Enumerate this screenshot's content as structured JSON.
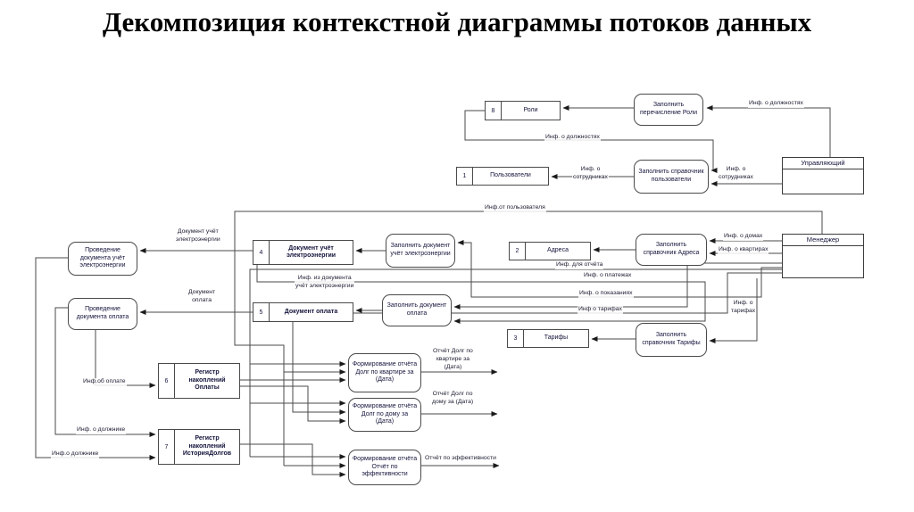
{
  "title": "Декомпозиция контекстной диаграммы потоков данных",
  "colors": {
    "line": "#4a4a4a",
    "text": "#1b1b30",
    "background": "#ffffff"
  },
  "external_entities": [
    {
      "label": "Управляющий"
    },
    {
      "label": "Менеджер"
    }
  ],
  "data_stores": [
    {
      "number": "8",
      "name": "Роли"
    },
    {
      "number": "1",
      "name": "Пользователи"
    },
    {
      "number": "2",
      "name": "Адреса"
    },
    {
      "number": "3",
      "name": "Тарифы"
    },
    {
      "number": "4",
      "name": "Документ учёт электроэнергии"
    },
    {
      "number": "5",
      "name": "Документ оплата"
    },
    {
      "number": "6",
      "name": "Регистр накоплений Оплаты"
    },
    {
      "number": "7",
      "name": "Регистр накоплений ИсторияДолгов"
    }
  ],
  "processes": [
    {
      "name": "Заполнить перечисление Роли"
    },
    {
      "name": "Заполнить справочник пользователи"
    },
    {
      "name": "Заполнить справочник Адреса"
    },
    {
      "name": "Заполнить документ учёт электроэнергии"
    },
    {
      "name": "Заполнить документ оплата"
    },
    {
      "name": "Заполнить справочник Тарифы"
    },
    {
      "name": "Проведение документа учёт электроэнергии"
    },
    {
      "name": "Проведение документа оплата"
    },
    {
      "name": "Формирование отчёта Долг по квартире за (Дата)"
    },
    {
      "name": "Формирование отчёта Долг по дому за (Дата)"
    },
    {
      "name": "Формирование отчёта Отчёт по эффективности"
    }
  ],
  "flow_labels": [
    {
      "text": "Инф. о должностях"
    },
    {
      "text": "Инф. о должностях"
    },
    {
      "text": "Инф. о\nсотрудниках"
    },
    {
      "text": "Инф. о\nсотрудниках"
    },
    {
      "text": "Инф.от пользователя"
    },
    {
      "text": "Инф. о домах"
    },
    {
      "text": "Инф. о квартирах"
    },
    {
      "text": "Инф. для отчёта"
    },
    {
      "text": "Инф. о платежах"
    },
    {
      "text": "Инф. о показаниях"
    },
    {
      "text": "Инф о тарифах"
    },
    {
      "text": "Инф. о\nтарифах"
    },
    {
      "text": "Документ учёт\nэлектроэнергии"
    },
    {
      "text": "Документ\nоплата"
    },
    {
      "text": "Инф. из документа\nучёт электроэнергии"
    },
    {
      "text": "Отчёт Долг по\nквартире за\n(Дата)"
    },
    {
      "text": "Отчёт Долг по\nдому за (Дата)"
    },
    {
      "text": "Отчёт по эффективности"
    },
    {
      "text": "Инф.об оплате"
    },
    {
      "text": "Инф. о должнике"
    },
    {
      "text": "Инф.о должнике"
    }
  ]
}
